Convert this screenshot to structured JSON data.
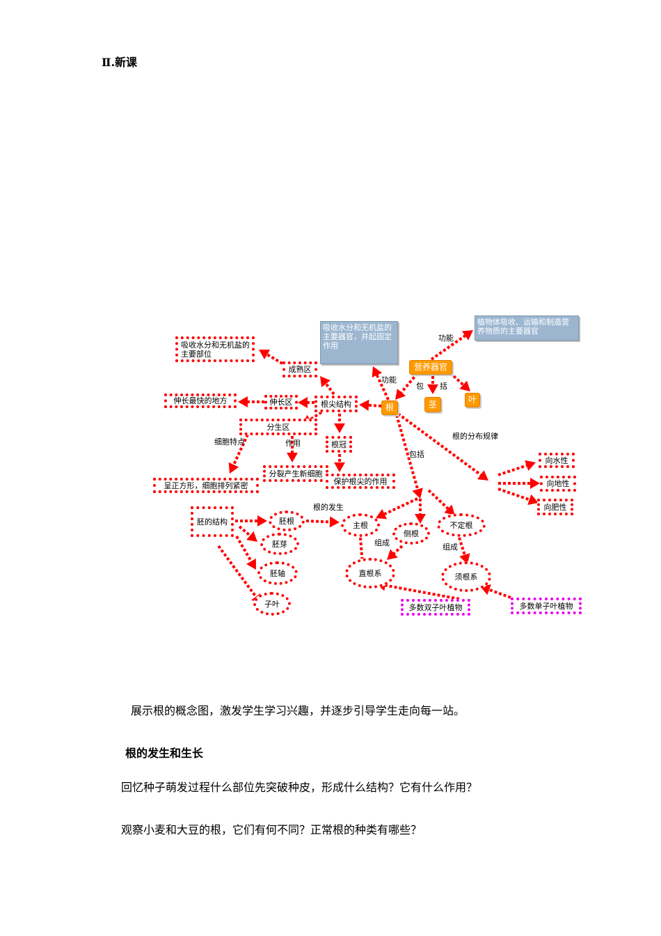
{
  "section_title": "Ⅱ.新课",
  "diagram": {
    "nodes": {
      "root_function": "吸收水分和无机盐的主要器官，并起固定作用",
      "organ_function": "植物体吸收、运输和制造营养物质的主要器官",
      "vegetative_organ": "营养器官",
      "stem": "茎",
      "leaf": "叶",
      "root": "根",
      "absorb_part": "吸收水分和无机盐的主要部位",
      "maturation_zone": "成熟区",
      "fastest_growth": "伸长最快的地方",
      "elongation_zone": "伸长区",
      "root_tip_structure": "根尖结构",
      "meristem_zone": "分生区",
      "root_cap": "根冠",
      "divide_new_cells": "分裂产生新细胞",
      "protect_tip": "保护根尖的作用",
      "cell_features_desc": "呈正方形，细胞排列紧密",
      "hydrotropism": "向水性",
      "geotropism": "向地性",
      "chemotropism": "向肥性",
      "embryo_structure": "胚的结构",
      "radicle": "胚根",
      "plumule": "胚芽",
      "hypocotyl": "胚轴",
      "cotyledon": "子叶",
      "main_root": "主根",
      "lateral_root": "侧根",
      "adventitious_root": "不定根",
      "taproot_system": "直根系",
      "fibrous_root_system": "须根系",
      "dicots": "多数双子叶植物",
      "monocots": "多数单子叶植物"
    },
    "labels": {
      "function_1": "功能",
      "function_2": "功能",
      "include_1": "包",
      "include_2": "括",
      "distribution": "根的分布规律",
      "include_3": "包括",
      "cell_features": "细胞特点",
      "role": "作用",
      "root_origin": "根的发生",
      "compose_1": "组成",
      "compose_2": "组成"
    }
  },
  "paragraph_1": "展示根的概念图，激发学生学习兴趣，并逐步引导学生走向每一站。",
  "subheading": "根的发生和生长",
  "question_1": "回忆种子萌发过程什么部位先突破种皮，形成什么结构？它有什么作用？",
  "question_2": "观察小麦和大豆的根，它们有何不同？正常根的种类有哪些？",
  "colors": {
    "dotted": "#ff0000",
    "magenta": "#ee00ee",
    "orange": "#ff9900",
    "blue_box": "#9cb6d0"
  }
}
